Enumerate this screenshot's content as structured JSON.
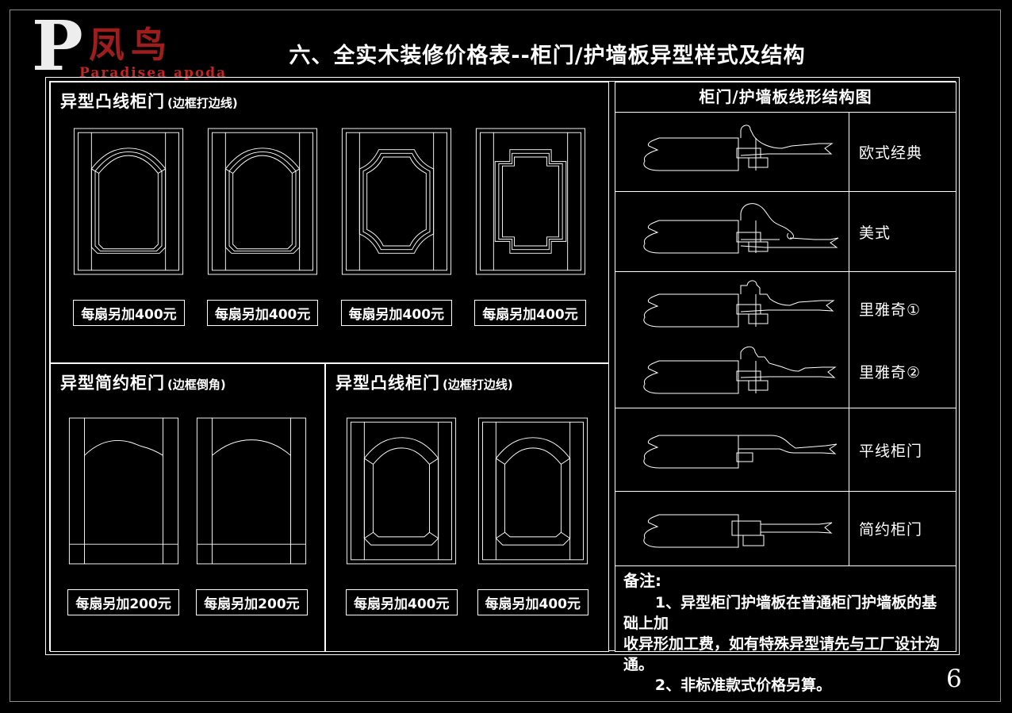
{
  "colors": {
    "background": "#000000",
    "line": "#ffffff",
    "page_border": "#8f8f8f",
    "logo_name_red": "#9e1d1d",
    "logo_subtitle_red": "#c42424"
  },
  "logo": {
    "mark": "P",
    "name": "凤鸟",
    "subtitle": "Paradisea apoda"
  },
  "header": {
    "title": "六、全实木装修价格表--柜门/护墙板异型样式及结构"
  },
  "page": {
    "number": "6"
  },
  "sections": {
    "top_left": {
      "title": "异型凸线柜门",
      "subtitle": "(边框打边线)",
      "doors": [
        {
          "style": "cathedral-arch-triple-line",
          "price": "每扇另加400元"
        },
        {
          "style": "cathedral-arch-triple-line",
          "price": "每扇另加400元"
        },
        {
          "style": "octagon-concave-corners",
          "price": "每扇另加400元"
        },
        {
          "style": "stepped-corner-rectangle",
          "price": "每扇另加400元"
        }
      ]
    },
    "bottom_left": {
      "title": "异型简约柜门",
      "subtitle": "(边框倒角)",
      "doors": [
        {
          "style": "simple-arch",
          "price": "每扇另加200元"
        },
        {
          "style": "simple-arch",
          "price": "每扇另加200元"
        }
      ]
    },
    "bottom_middle": {
      "title": "异型凸线柜门",
      "subtitle": "(边框打边线)",
      "doors": [
        {
          "style": "cathedral-arch-double-line",
          "price": "每扇另加400元"
        },
        {
          "style": "cathedral-arch-double-line",
          "price": "每扇另加400元"
        }
      ]
    },
    "right": {
      "title": "柜门/护墙板线形结构图",
      "rows": [
        {
          "label": "欧式经典",
          "profile": "european-classic-profile"
        },
        {
          "label": "美式",
          "profile": "american-profile"
        },
        {
          "labels": [
            "里雅奇①",
            "里雅奇②"
          ],
          "profile": "liyaqi-profiles"
        },
        {
          "label": "平线柜门",
          "profile": "flat-line-profile"
        },
        {
          "label": "简约柜门",
          "profile": "simple-profile"
        }
      ],
      "notes": {
        "title": "备注:",
        "lines": [
          "1、异型柜门护墙板在普通柜门护墙板的基础上加",
          "收异形加工费，如有特殊异型请先与工厂设计沟通。",
          "2、非标准款式价格另算。"
        ]
      }
    }
  }
}
